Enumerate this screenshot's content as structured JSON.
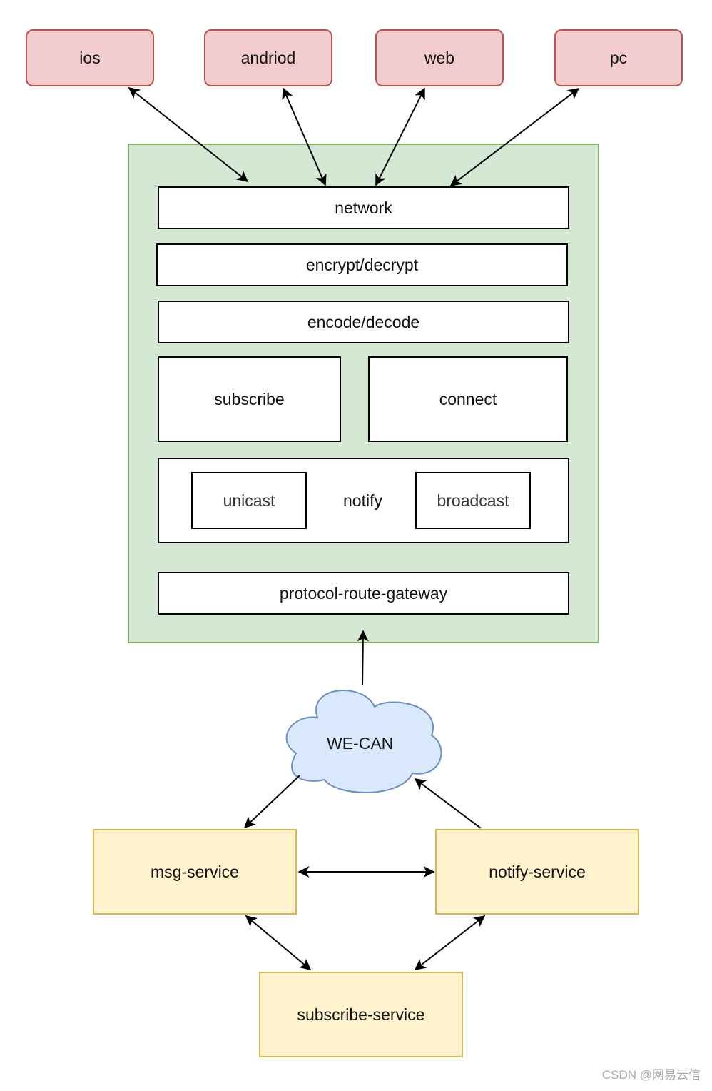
{
  "clients": {
    "ios": "ios",
    "android": "andriod",
    "web": "web",
    "pc": "pc"
  },
  "gateway": {
    "network": "network",
    "encrypt": "encrypt/decrypt",
    "encode": "encode/decode",
    "subscribe": "subscribe",
    "connect": "connect",
    "notify": "notify",
    "unicast": "unicast",
    "broadcast": "broadcast",
    "protocol_route": "protocol-route-gateway"
  },
  "cloud": {
    "label": "WE-CAN"
  },
  "services": {
    "msg": "msg-service",
    "notify": "notify-service",
    "subscribe": "subscribe-service"
  },
  "colors": {
    "client_fill": "#f3cdcd",
    "client_stroke": "#b85450",
    "gateway_fill": "#d5e8d4",
    "gateway_stroke": "#82b366",
    "cloud_fill": "#dae8fc",
    "cloud_stroke": "#6c8ebf",
    "service_fill": "#fff2cc",
    "service_stroke": "#d6b656"
  },
  "watermark": "CSDN @网易云信"
}
